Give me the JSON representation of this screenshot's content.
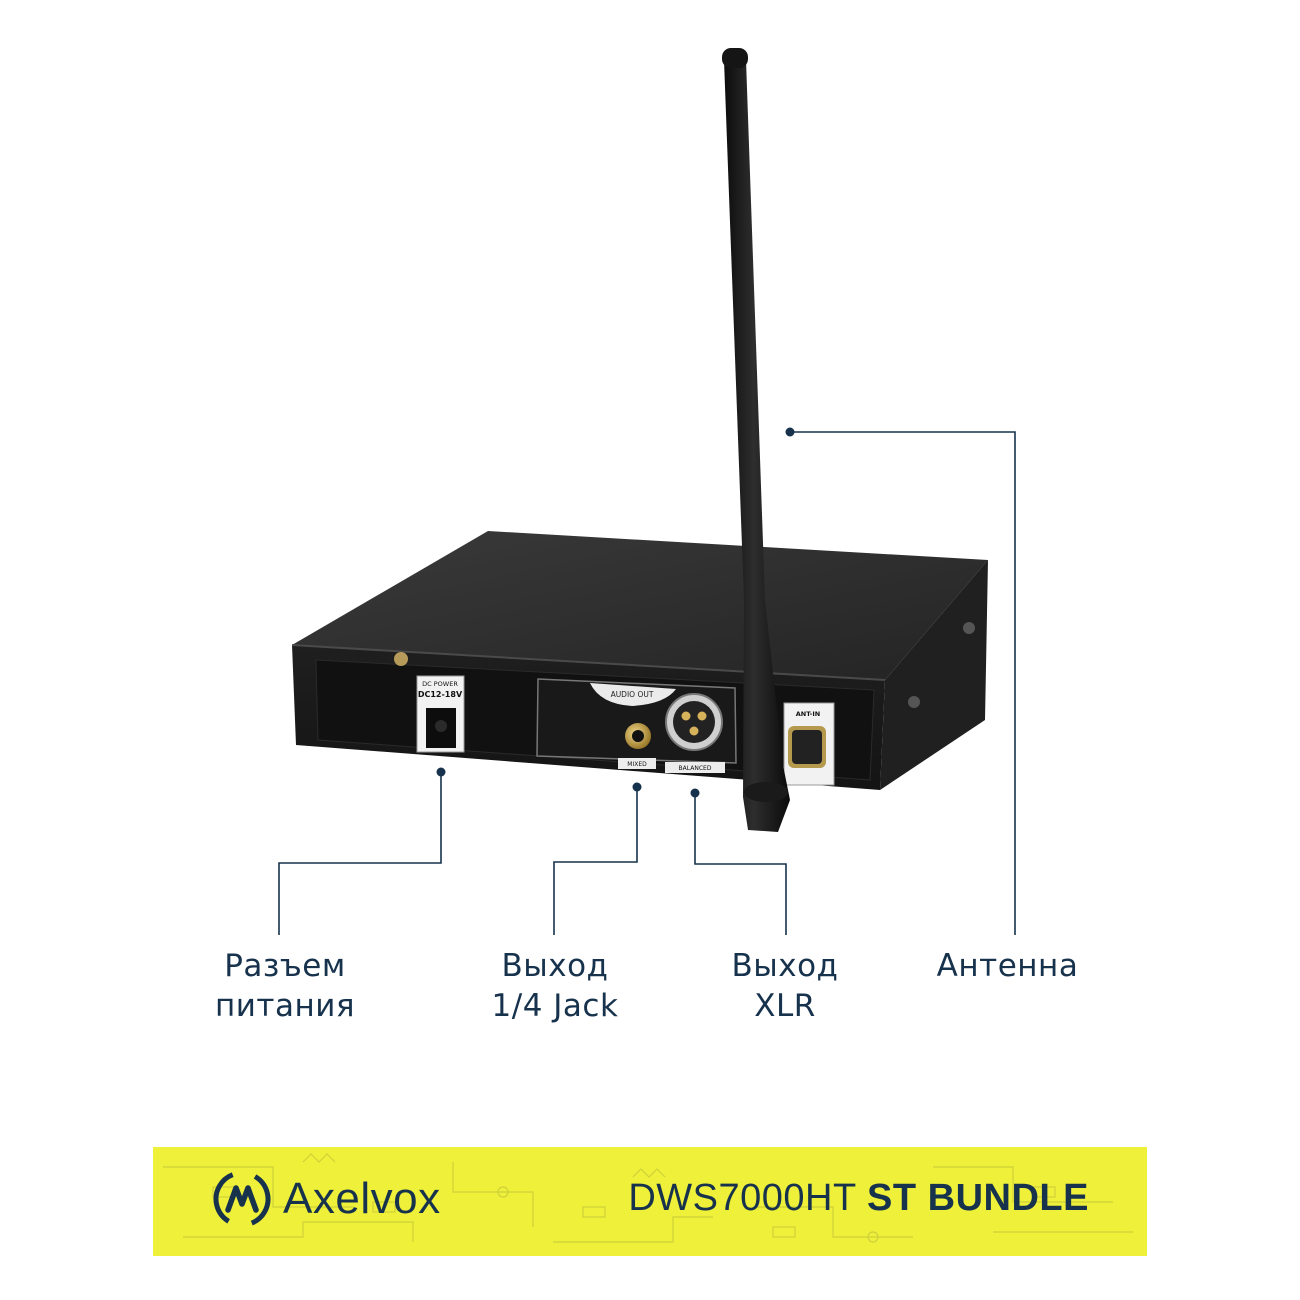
{
  "callouts": {
    "power": {
      "line1": "Разъем",
      "line2": "питания"
    },
    "jack": {
      "line1": "Выход",
      "line2": "1/4 Jack"
    },
    "xlr": {
      "line1": "Выход",
      "line2": "XLR"
    },
    "antenna": {
      "line1": "Антенна"
    }
  },
  "device_panel": {
    "dc_power_label": "DC POWER",
    "dc_voltage": "DC12-18V",
    "audio_out_label": "AUDIO OUT",
    "mixed_label": "MIXED",
    "balanced_label": "BALANCED",
    "ant_in_label": "ANT-IN"
  },
  "banner": {
    "brand": "Axelvox",
    "model_code": "DWS7000HT",
    "model_suffix": "ST BUNDLE"
  },
  "colors": {
    "accent": "#17324c",
    "banner_bg": "#eef03a",
    "device": "#1c1c1c"
  },
  "icons": {
    "brand_logo": "axelvox-logo-icon"
  }
}
